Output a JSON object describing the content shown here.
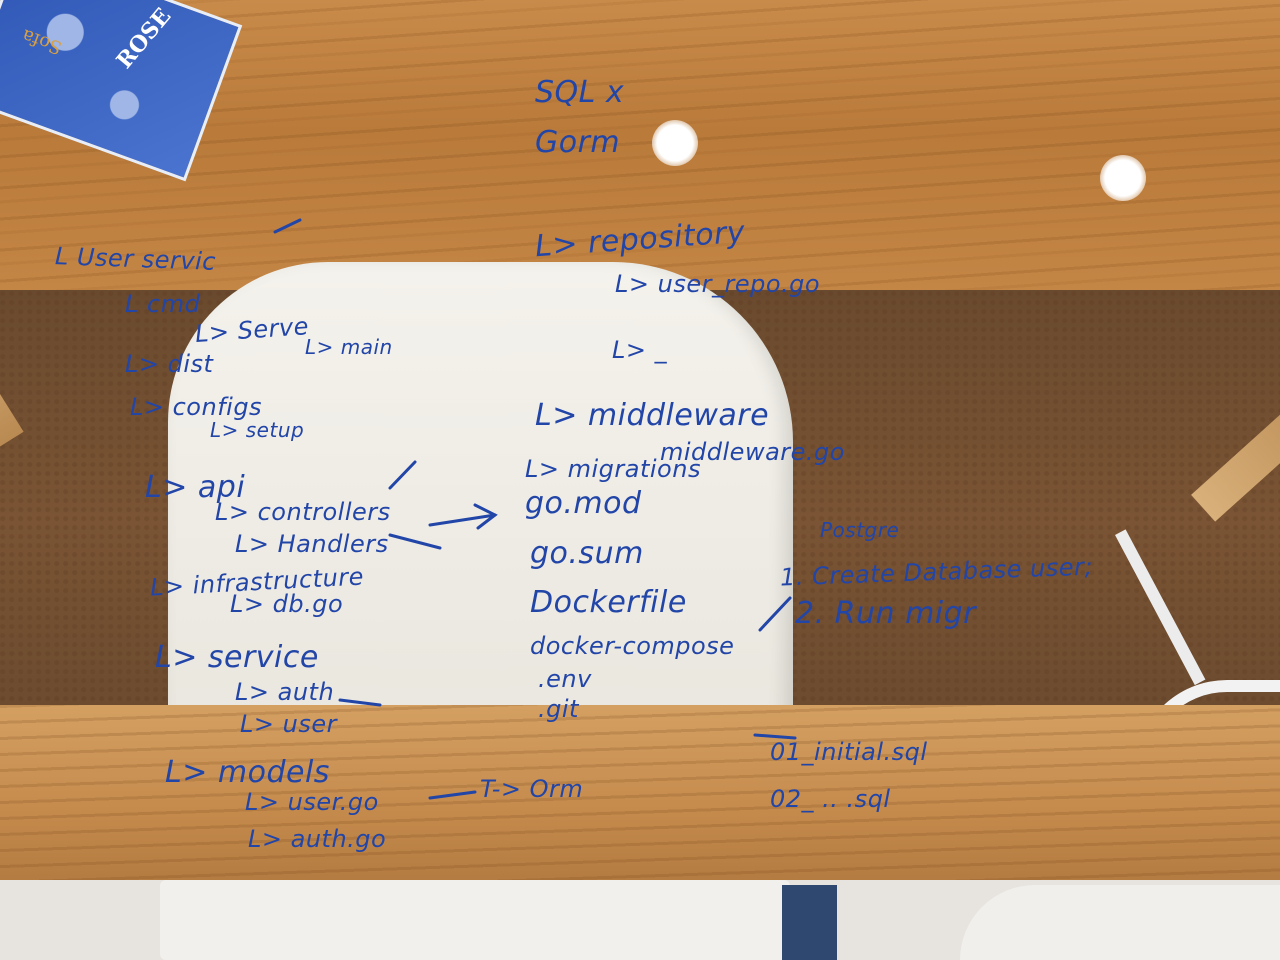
{
  "tissue_box": {
    "brand": "ROSE",
    "sub": "Sofa"
  },
  "whiteboard": {
    "left_tree": [
      "L User servic",
      "L cmd",
      "L> Serve",
      "L> main",
      "L> dist",
      "L> configs",
      "L> setup",
      "L> api",
      "L> controllers",
      "L> Handlers",
      "L> infrastructure",
      "L> db.go",
      "L> service",
      "L> auth",
      "L> user",
      "L> models",
      "L> user.go",
      "T-> Orm",
      "L> auth.go"
    ],
    "middle_tree": [
      "SQL x",
      "Gorm",
      "L> repository",
      "L> user_repo.go",
      "L> _",
      "L> middleware",
      "middleware.go",
      "L> migrations",
      "go.mod",
      "go.sum",
      "Dockerfile",
      "docker-compose",
      ".env",
      ".git"
    ],
    "right_notes": [
      "Postgre",
      "1. Create Database user;",
      "2. Run migr",
      "01_initial.sql",
      "02_ .. .sql"
    ]
  }
}
